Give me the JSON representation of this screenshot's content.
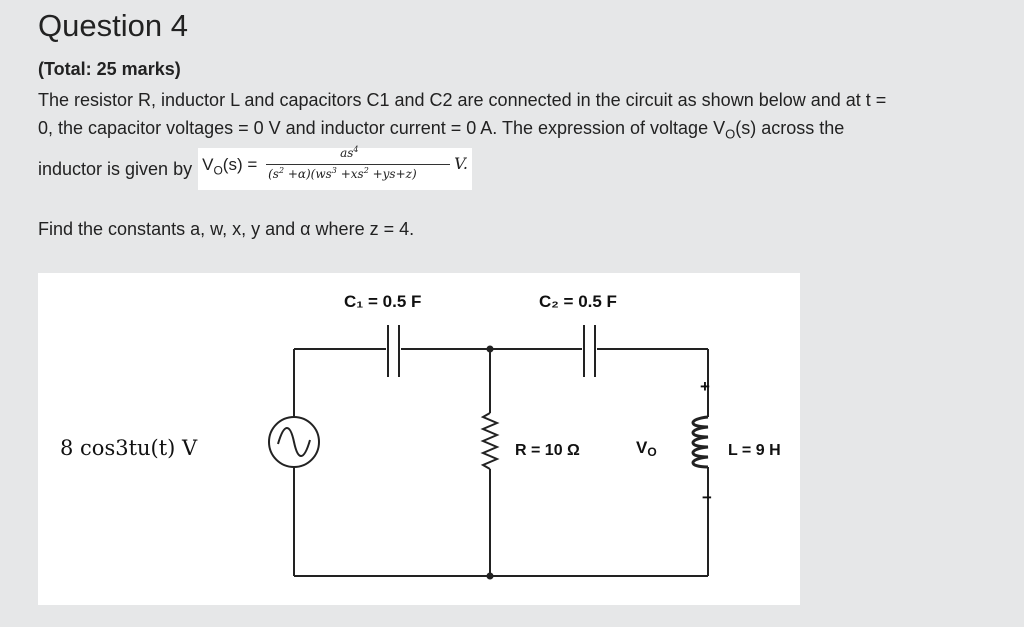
{
  "question": {
    "title": "Question 4",
    "marks": "(Total: 25 marks)",
    "para_part1": "The resistor R, inductor L and capacitors C1 and C2 are connected in the circuit as shown below and at t =",
    "para_part2": "0, the capacitor voltages = 0 V and inductor current = 0 A. The expression of voltage V",
    "para_sub": "O",
    "para_part3": "(s) across the",
    "given_prefix": "inductor is given by",
    "formula": {
      "lhs_v": "V",
      "lhs_sub": "O",
      "lhs_rest": "(s) =",
      "num_base": "as",
      "num_exp": "4",
      "den_a": "(s",
      "den_a_exp": "2",
      "den_b": " +α)(ws",
      "den_b_exp": "3",
      "den_c": " +xs",
      "den_c_exp": "2",
      "den_d": " +ys+z)",
      "unit": "V."
    },
    "find_text": "Find the constants a, w, x, y and α where z = 4."
  },
  "circuit": {
    "source_label": "8 cos3tu(t) V",
    "c1_label": "C₁ = 0.5 F",
    "c2_label": "C₂ = 0.5 F",
    "r_label": "R = 10 Ω",
    "vo_label": "V",
    "vo_sub": "O",
    "l_label": "L = 9 H",
    "plus": "+",
    "minus": "−"
  }
}
